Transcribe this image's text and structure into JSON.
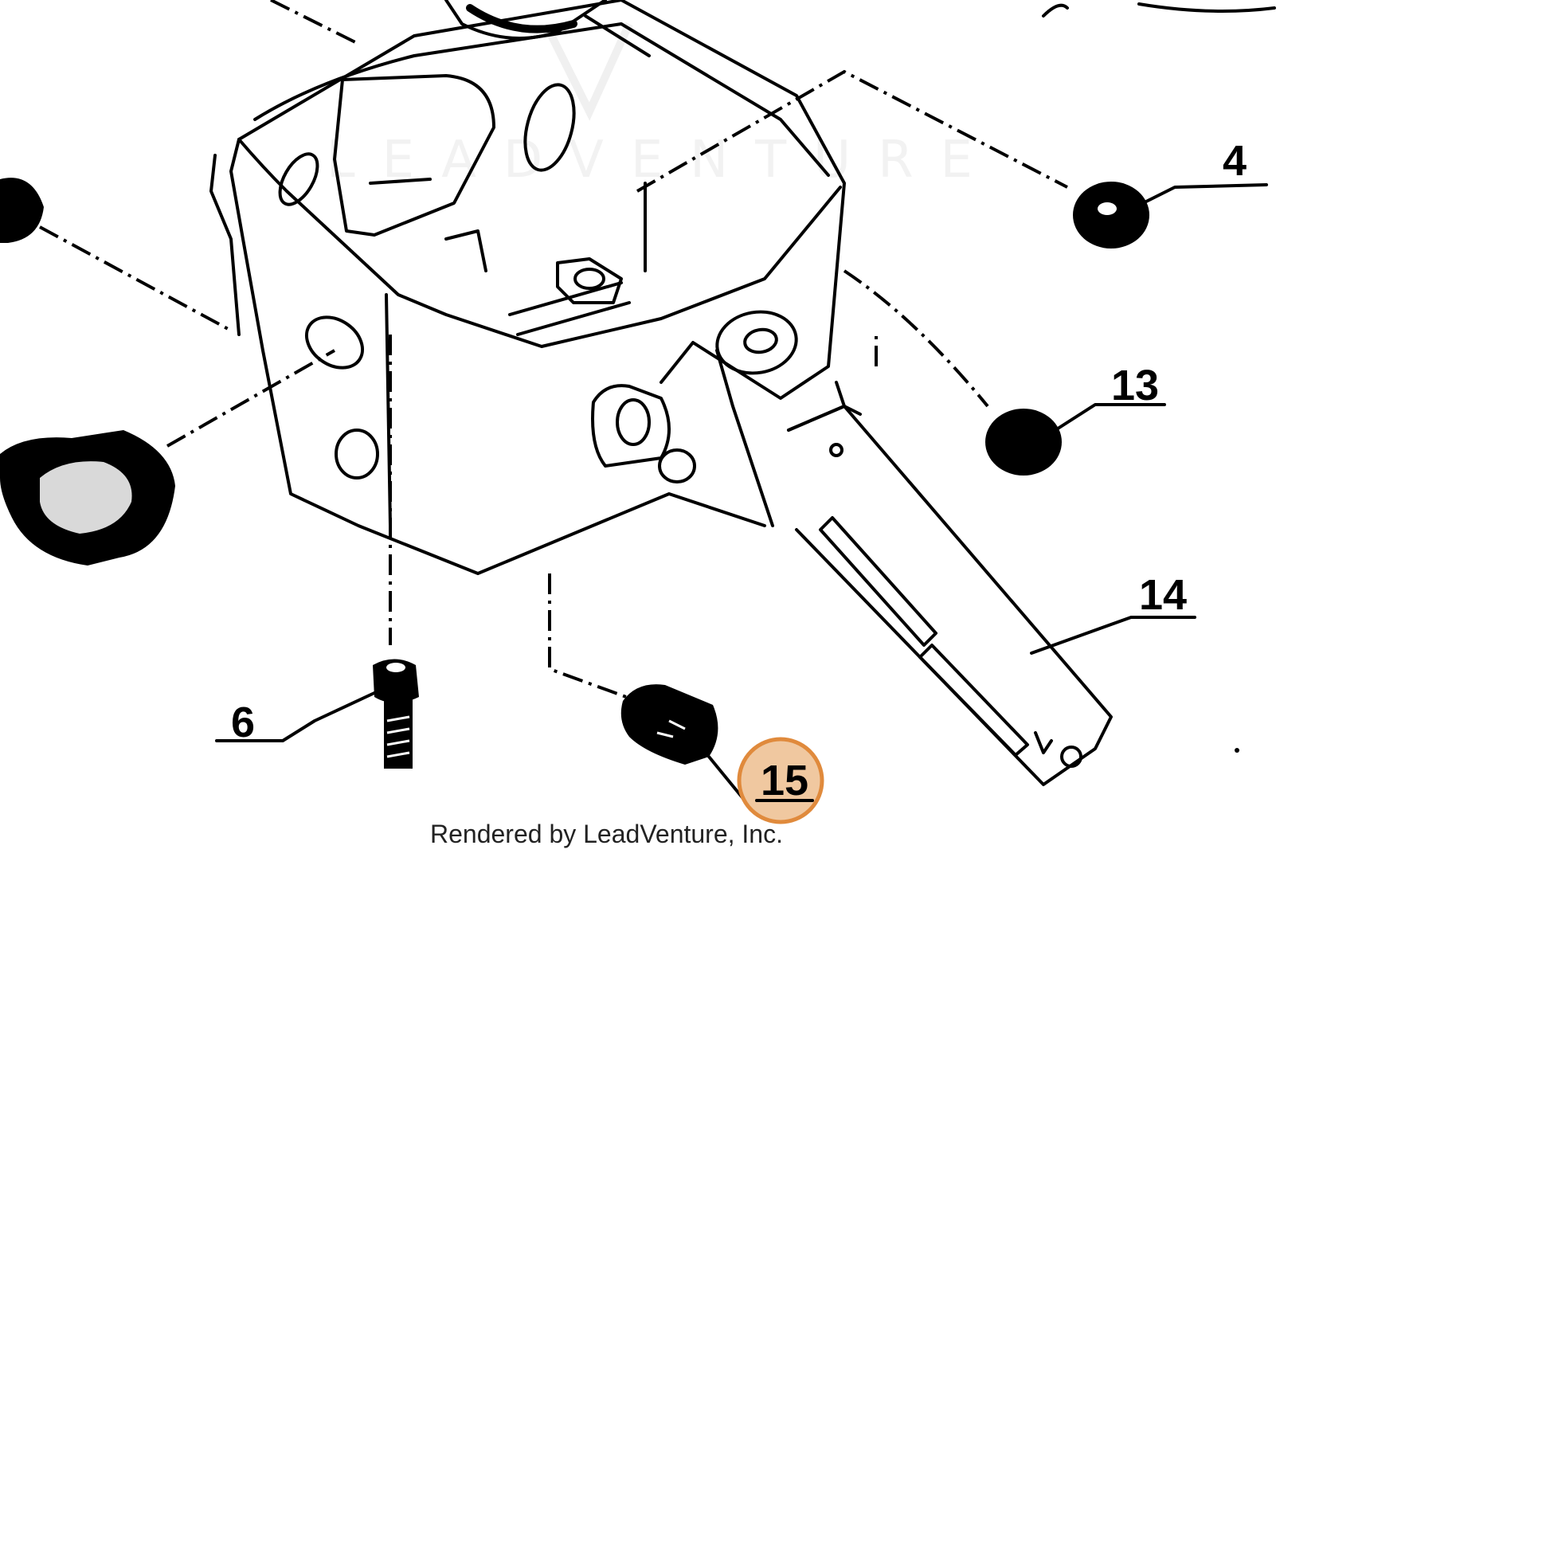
{
  "watermark": {
    "text": "LEADVENTURE"
  },
  "credit": {
    "text": "Rendered by LeadVenture, Inc."
  },
  "callouts": {
    "c4": {
      "label": "4"
    },
    "c13": {
      "label": "13"
    },
    "c14": {
      "label": "14"
    },
    "c6": {
      "label": "6"
    },
    "c15": {
      "label": "15"
    }
  },
  "highlight": {
    "callout": "15",
    "color": "#e08a3c",
    "fill": "#f0c8a0"
  }
}
